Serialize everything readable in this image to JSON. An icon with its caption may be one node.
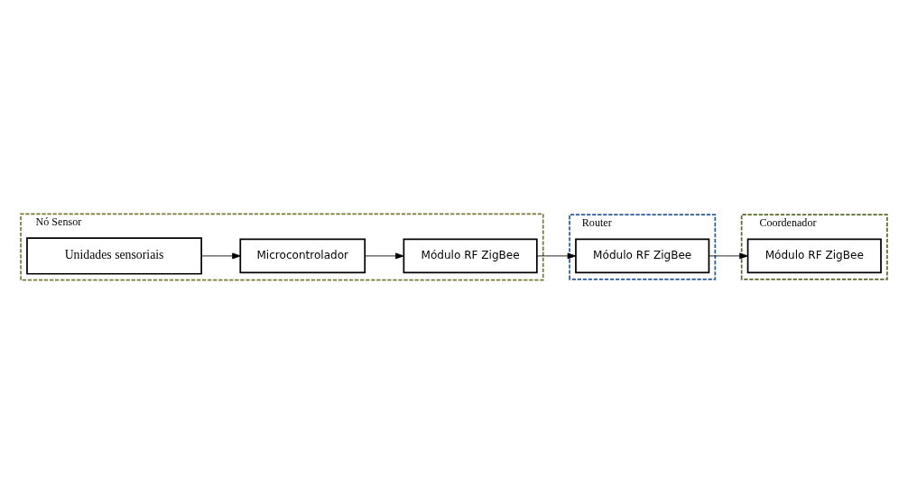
{
  "diagram": {
    "nodes": [
      {
        "text": [
          "Nó Sensor"
        ]
      },
      {
        "text": [
          "Unidades sensoriais"
        ],
        "in": 0
      },
      {
        "text": [
          "Microcontrolador"
        ],
        "in": 0
      },
      {
        "text": [
          "Módulo RF ZigBee"
        ],
        "in": 0
      },
      {
        "text": [
          "Coordenador"
        ]
      },
      {
        "text": [
          "Módulo RF ZigBee"
        ],
        "in": 4
      },
      {
        "text": [
          "Router"
        ]
      },
      {
        "text": [
          "Módulo RF ZigBee"
        ],
        "in": 6
      }
    ],
    "edges": [
      {
        "from": 1,
        "to": 2,
        "arrow": "to"
      },
      {
        "from": 2,
        "to": 3,
        "arrow": "to"
      },
      {
        "from": 3,
        "to": 7,
        "arrow": "to"
      },
      {
        "from": 7,
        "to": 5,
        "arrow": "to"
      }
    ]
  }
}
